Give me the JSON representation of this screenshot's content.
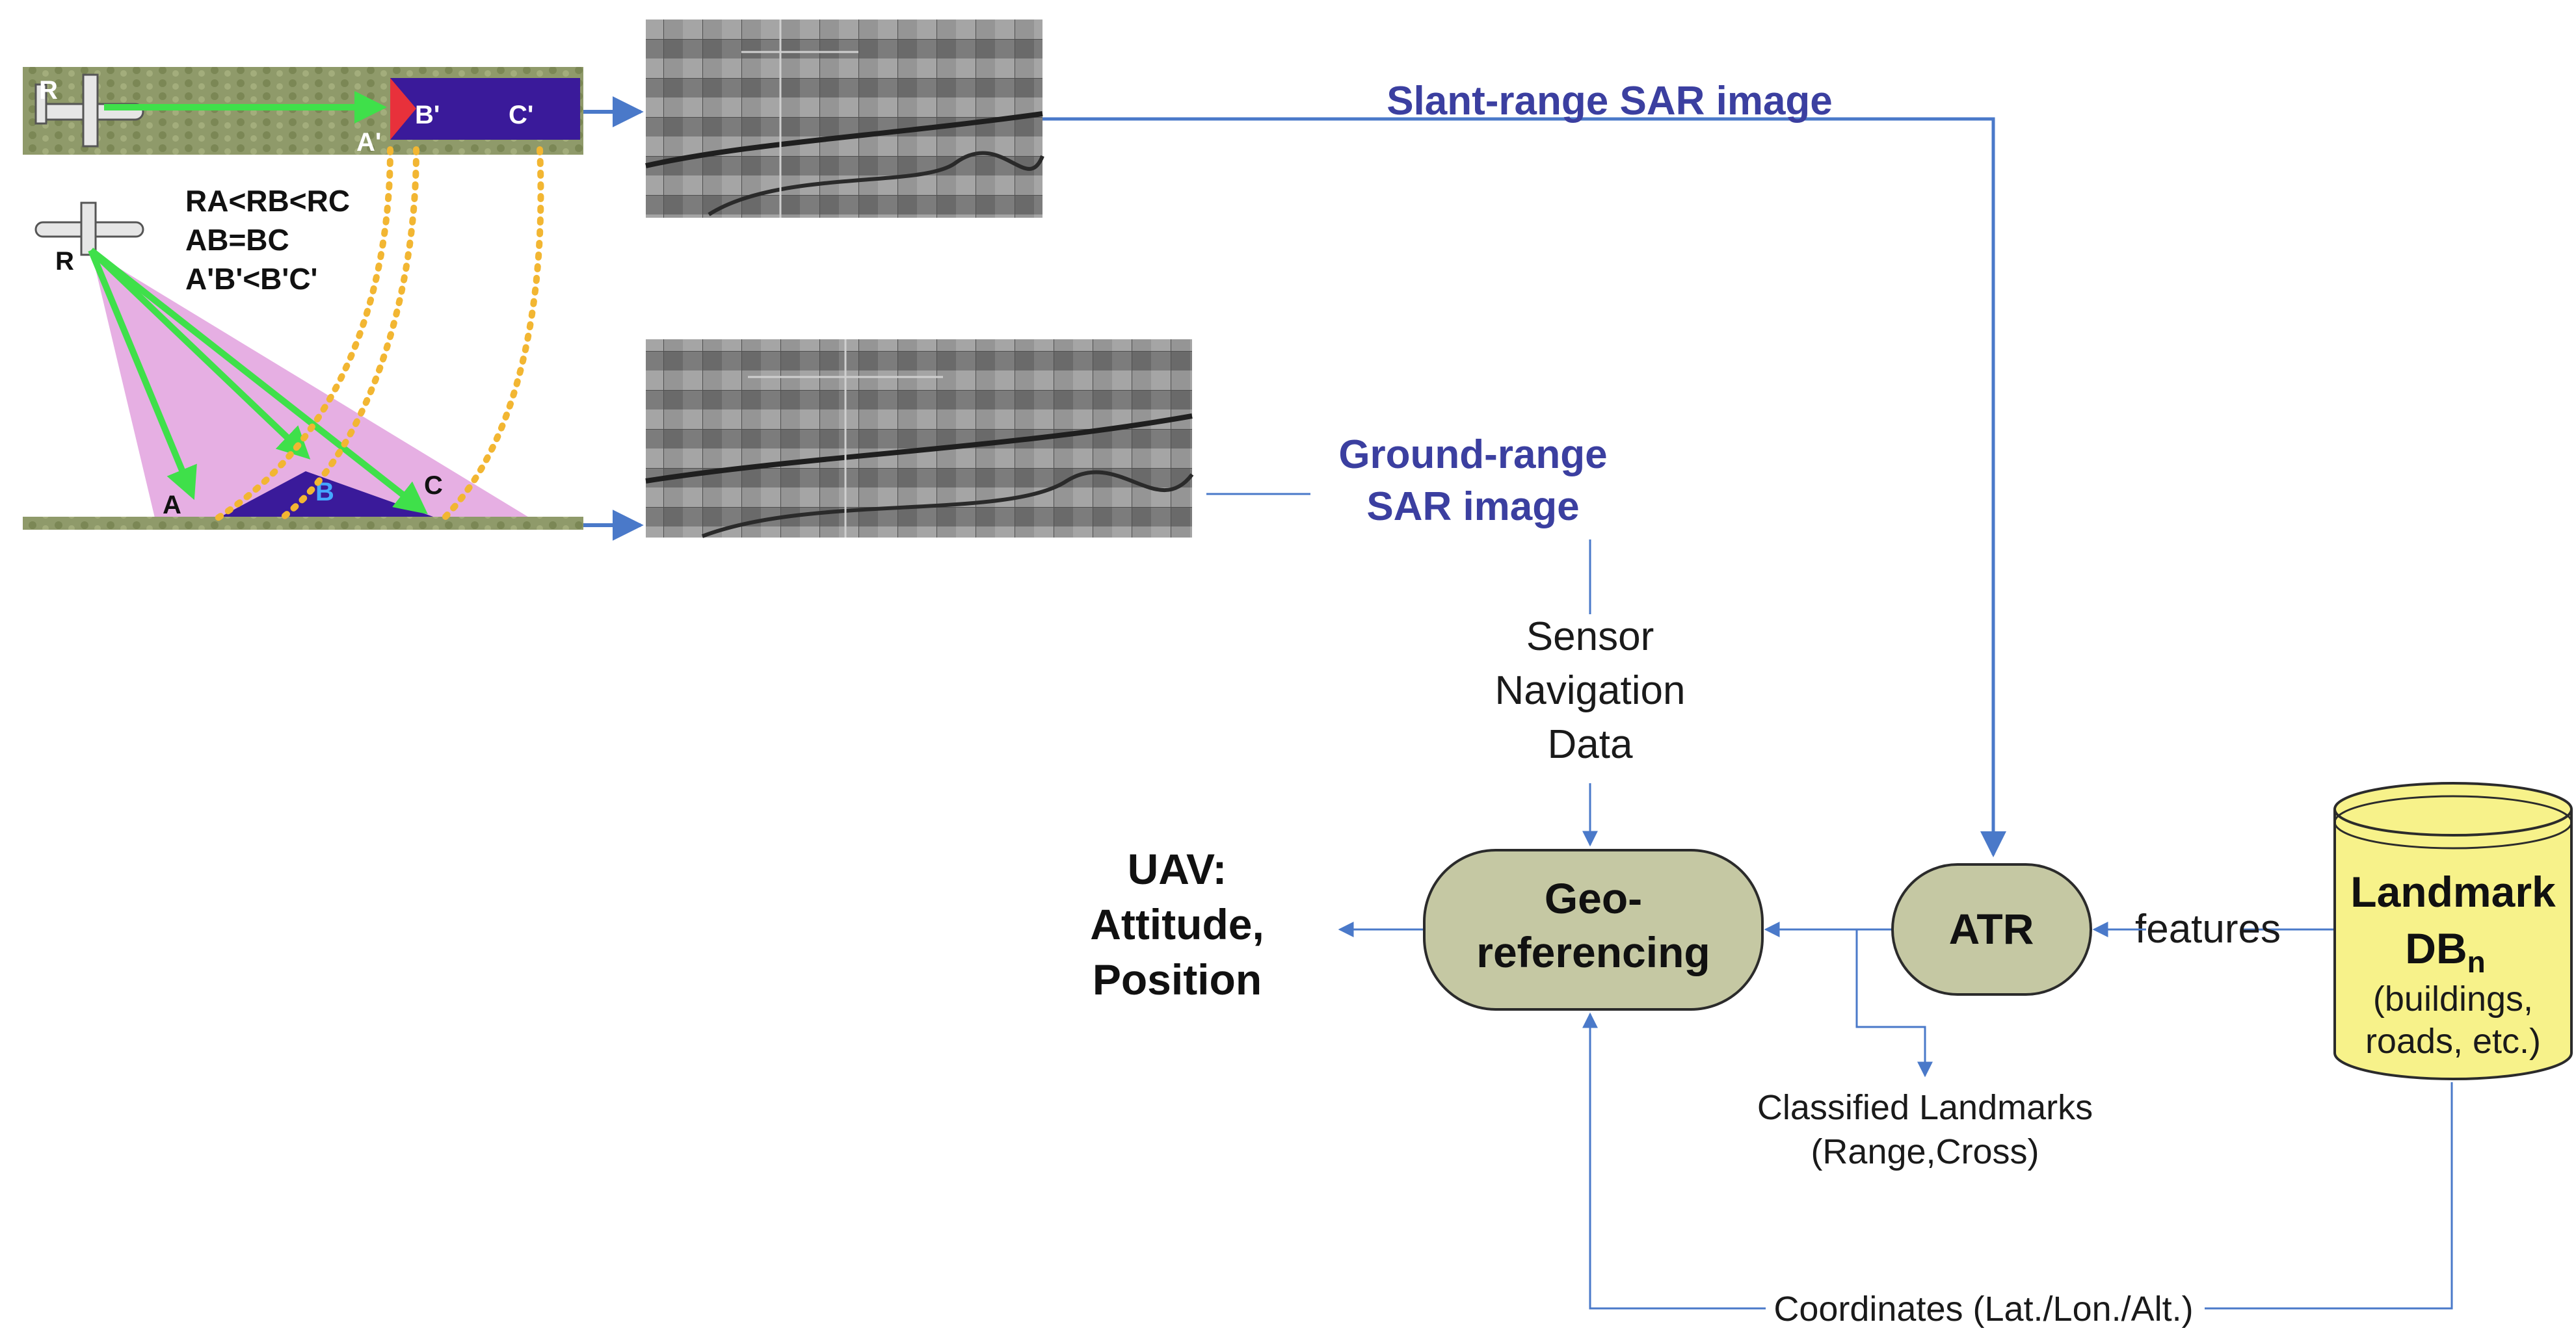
{
  "sar_geometry": {
    "point_R_top": "R",
    "point_R": "R",
    "point_A": "A",
    "point_B": "B",
    "point_C": "C",
    "point_A_prime": "A'",
    "point_B_prime": "B'",
    "point_C_prime": "C'",
    "equations": [
      "RA<RB<RC",
      "AB=BC",
      "A'B'<B'C'"
    ]
  },
  "labels": {
    "slant_range": "Slant-range SAR image",
    "ground_range_line1": "Ground-range",
    "ground_range_line2": "SAR image",
    "sensor_nav": [
      "Sensor",
      "Navigation",
      "Data"
    ],
    "uav_output": [
      "UAV:",
      "Attitude,",
      "Position"
    ],
    "features": "features",
    "classified": [
      "Classified Landmarks",
      "(Range,Cross)"
    ],
    "coordinates": "Coordinates (Lat./Lon./Alt.)"
  },
  "nodes": {
    "georef": [
      "Geo-",
      "referencing"
    ],
    "atr": "ATR",
    "landmark_db": {
      "title": "Landmark",
      "db": "DB",
      "subscript": "n",
      "desc": [
        "(buildings,",
        "roads, etc.)"
      ]
    }
  },
  "colors": {
    "arrow_blue": "#4a79c9",
    "title_blue": "#3b3fa0",
    "node_fill": "#c5c8a3",
    "db_fill": "#f7f28a",
    "beam_pink": "#e3a6e0",
    "ground_purple": "#3a1a9a",
    "ray_green": "#3fe04a"
  }
}
